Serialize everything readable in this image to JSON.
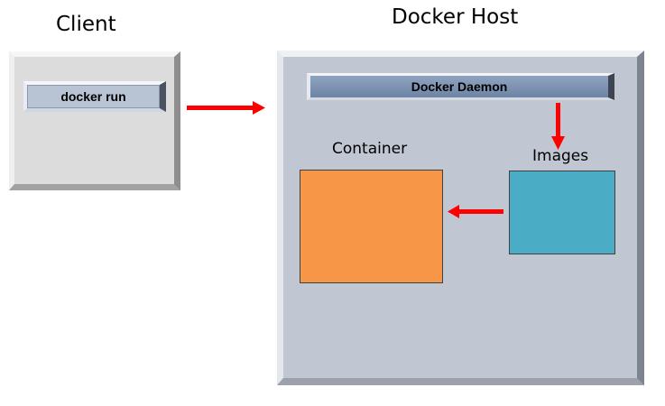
{
  "client": {
    "title": "Client",
    "command_label": "docker run"
  },
  "host": {
    "title": "Docker Host",
    "daemon_label": "Docker Daemon",
    "container_label": "Container",
    "images_label": "Images"
  },
  "colors": {
    "arrow": "#ff0000",
    "container_fill": "#f79646",
    "images_fill": "#4bacc6",
    "host_background": "#c0c6d2",
    "client_background": "#dcdcdc"
  }
}
